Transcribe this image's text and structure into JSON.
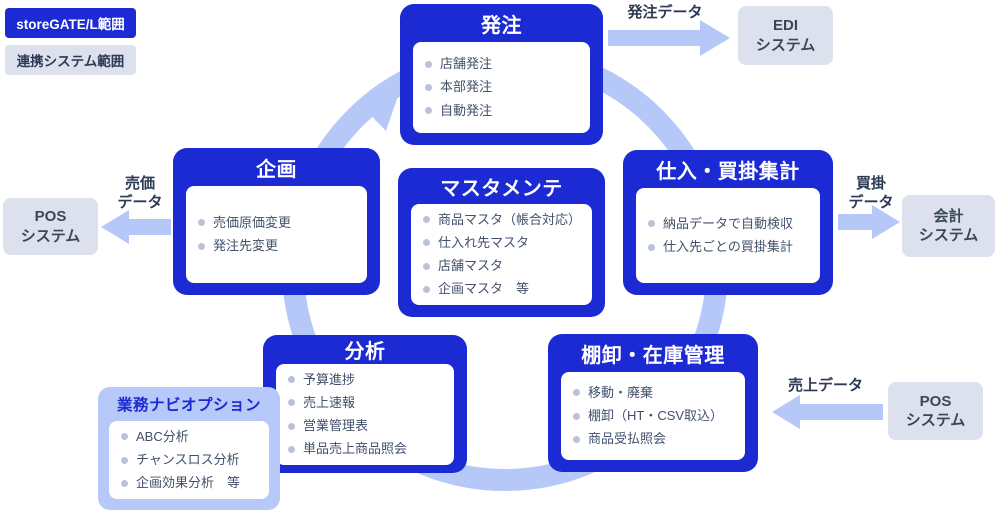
{
  "legend": {
    "primary": "storeGATE/L範囲",
    "secondary": "連携システム範囲"
  },
  "modules": {
    "ordering": {
      "title": "発注",
      "items": [
        "店舗発注",
        "本部発注",
        "自動発注"
      ]
    },
    "purchase": {
      "title": "仕入・買掛集計",
      "items": [
        "納品データで自動検収",
        "仕入先ごとの買掛集計"
      ]
    },
    "master": {
      "title": "マスタメンテ",
      "items": [
        "商品マスタ（帳合対応）",
        "仕入れ先マスタ",
        "店舗マスタ",
        "企画マスタ　等"
      ]
    },
    "planning": {
      "title": "企画",
      "items": [
        "売価原価変更",
        "発注先変更"
      ]
    },
    "analysis": {
      "title": "分析",
      "items": [
        "予算進捗",
        "売上速報",
        "営業管理表",
        "単品売上商品照会"
      ]
    },
    "inventory": {
      "title": "棚卸・在庫管理",
      "items": [
        "移動・廃棄",
        "棚卸（HT・CSV取込）",
        "商品受払照会"
      ]
    },
    "option": {
      "title": "業務ナビオプション",
      "items": [
        "ABC分析",
        "チャンスロス分析",
        "企画効果分析　等"
      ]
    }
  },
  "external": {
    "edi": {
      "line1": "EDI",
      "line2": "システム"
    },
    "accounting": {
      "line1": "会計",
      "line2": "システム"
    },
    "pos_left": {
      "line1": "POS",
      "line2": "システム"
    },
    "pos_right": {
      "line1": "POS",
      "line2": "システム"
    }
  },
  "flows": {
    "order_data": "発注データ",
    "payable_line1": "買掛",
    "payable_line2": "データ",
    "price_line1": "売価",
    "price_line2": "データ",
    "sales_data": "売上データ"
  },
  "colors": {
    "blue": "#1c2ad4",
    "lightblue": "#b6c8f8",
    "optionbg": "#b7c9f8",
    "graybox": "#dce1ed",
    "darktext": "#2d3a54",
    "itemtext": "#42506b",
    "dot": "#b9c3d6"
  }
}
